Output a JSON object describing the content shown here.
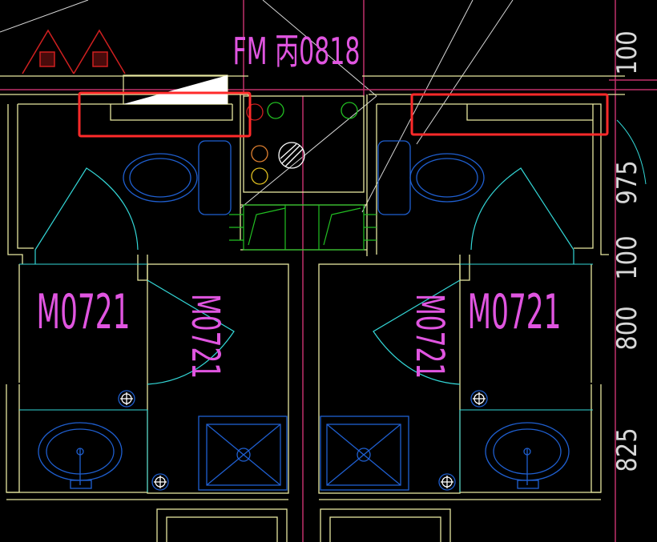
{
  "drawing": {
    "fire_door_tag": "FM 丙0818",
    "door_tags": {
      "left_outer": "M0721",
      "left_inner": "M0721",
      "right_inner": "M0721",
      "right_outer": "M0721"
    },
    "dimensions": [
      "100",
      "975",
      "100",
      "800",
      "825"
    ]
  },
  "colors": {
    "background": "#000000",
    "walls": "#e8e8a0",
    "fixtures": "#1f5fd0",
    "door_swing": "#33d6d6",
    "axis_line": "#c0306a",
    "ref_line": "#b03050",
    "tag_text": "#e055e0",
    "dim_text": "#d8d8d8",
    "highlight": "#ff2a2a",
    "green": "#22c022",
    "hatch_red": "#d02020"
  }
}
